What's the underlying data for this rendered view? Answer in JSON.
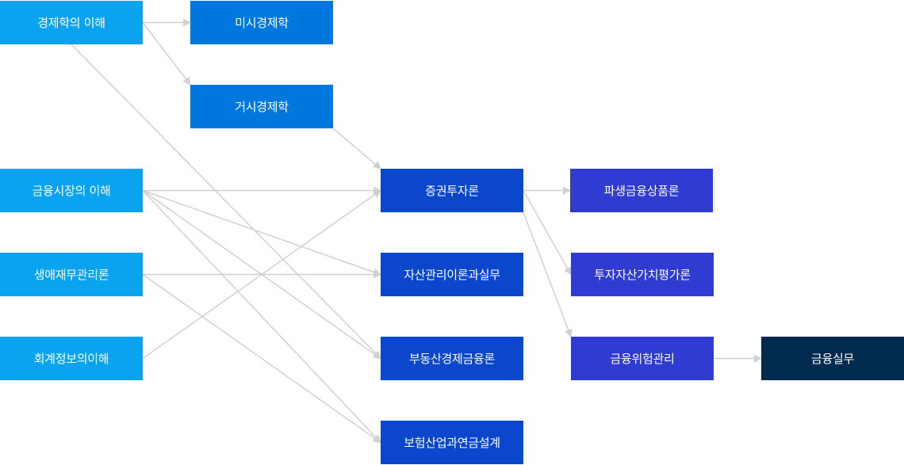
{
  "colors": {
    "intro": "#0aa3ef",
    "econ": "#0077dc",
    "core": "#0a47cc",
    "advanced": "#2f3bd1",
    "final": "#012a4f",
    "edge": "#d0d0d0"
  },
  "nodes": {
    "econ_understanding": "경제학의 이해",
    "micro": "미시경제학",
    "macro": "거시경제학",
    "fin_market": "금융시장의 이해",
    "life_finance": "생애재무관리론",
    "accounting": "회계정보의이해",
    "securities": "증권투자론",
    "asset_mgmt": "자산관리이론과실무",
    "real_estate": "부동산경제금융론",
    "insurance": "보험산업과연금설계",
    "derivatives": "파생금융상품론",
    "valuation": "투자자산가치평가론",
    "risk_mgmt": "금융위험관리",
    "practice": "금융실무"
  },
  "edges": [
    [
      "econ_understanding",
      "micro"
    ],
    [
      "econ_understanding",
      "macro"
    ],
    [
      "econ_understanding",
      "real_estate"
    ],
    [
      "macro",
      "securities"
    ],
    [
      "fin_market",
      "securities"
    ],
    [
      "fin_market",
      "asset_mgmt"
    ],
    [
      "fin_market",
      "real_estate"
    ],
    [
      "fin_market",
      "insurance"
    ],
    [
      "life_finance",
      "asset_mgmt"
    ],
    [
      "life_finance",
      "insurance"
    ],
    [
      "accounting",
      "securities"
    ],
    [
      "securities",
      "derivatives"
    ],
    [
      "securities",
      "valuation"
    ],
    [
      "securities",
      "risk_mgmt"
    ],
    [
      "risk_mgmt",
      "practice"
    ]
  ]
}
